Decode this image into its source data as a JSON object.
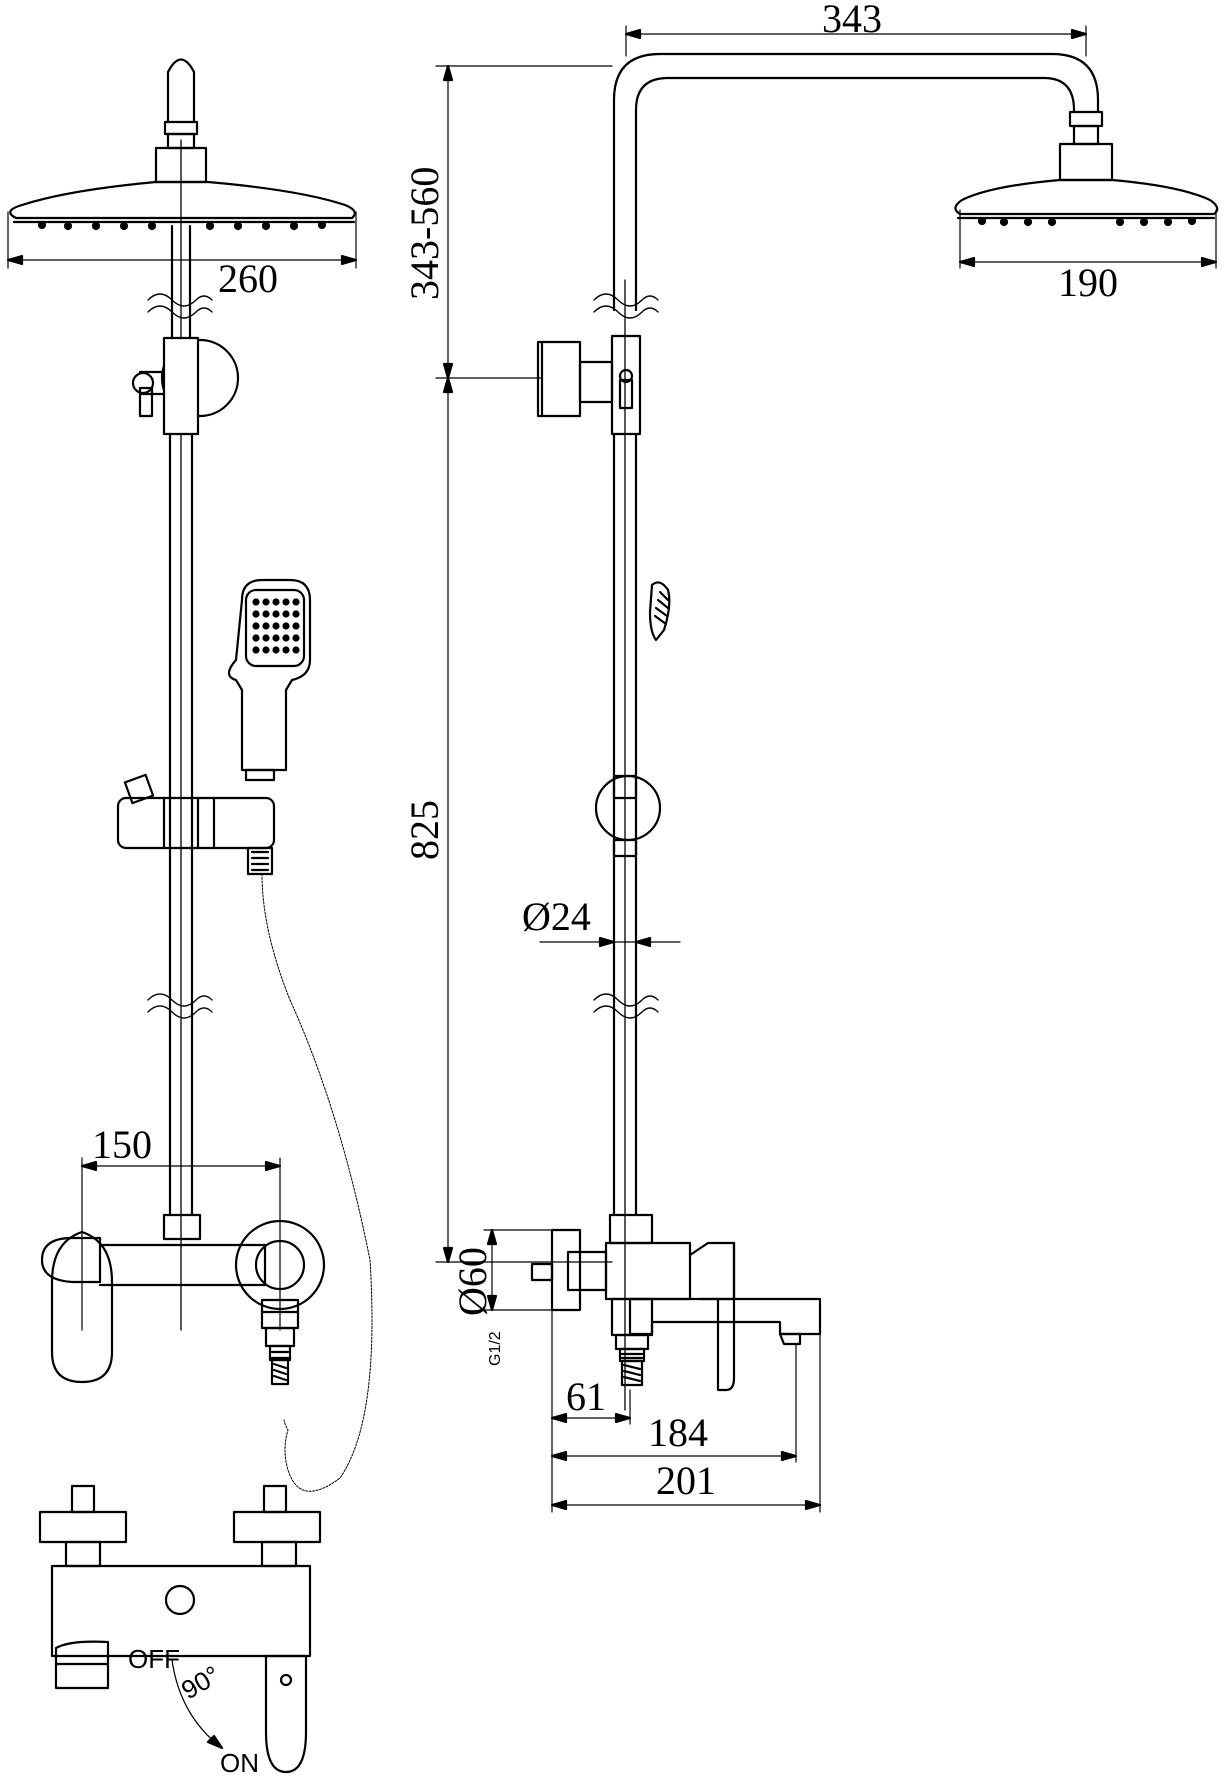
{
  "dimensions": {
    "head_front_diameter": "260",
    "head_side_diameter": "190",
    "arm_reach": "343",
    "arm_height": "343-560",
    "rail_height": "825",
    "pipe_diameter": "Ø24",
    "mixer_spacing": "150",
    "inlet_diameter": "Ø60",
    "inlet_thread": "G1/2",
    "inlet_offset": "61",
    "spout_reach_inner": "184",
    "spout_reach_total": "201"
  },
  "handle": {
    "off_label": "OFF",
    "on_label": "ON",
    "rotation_label": "90°"
  }
}
